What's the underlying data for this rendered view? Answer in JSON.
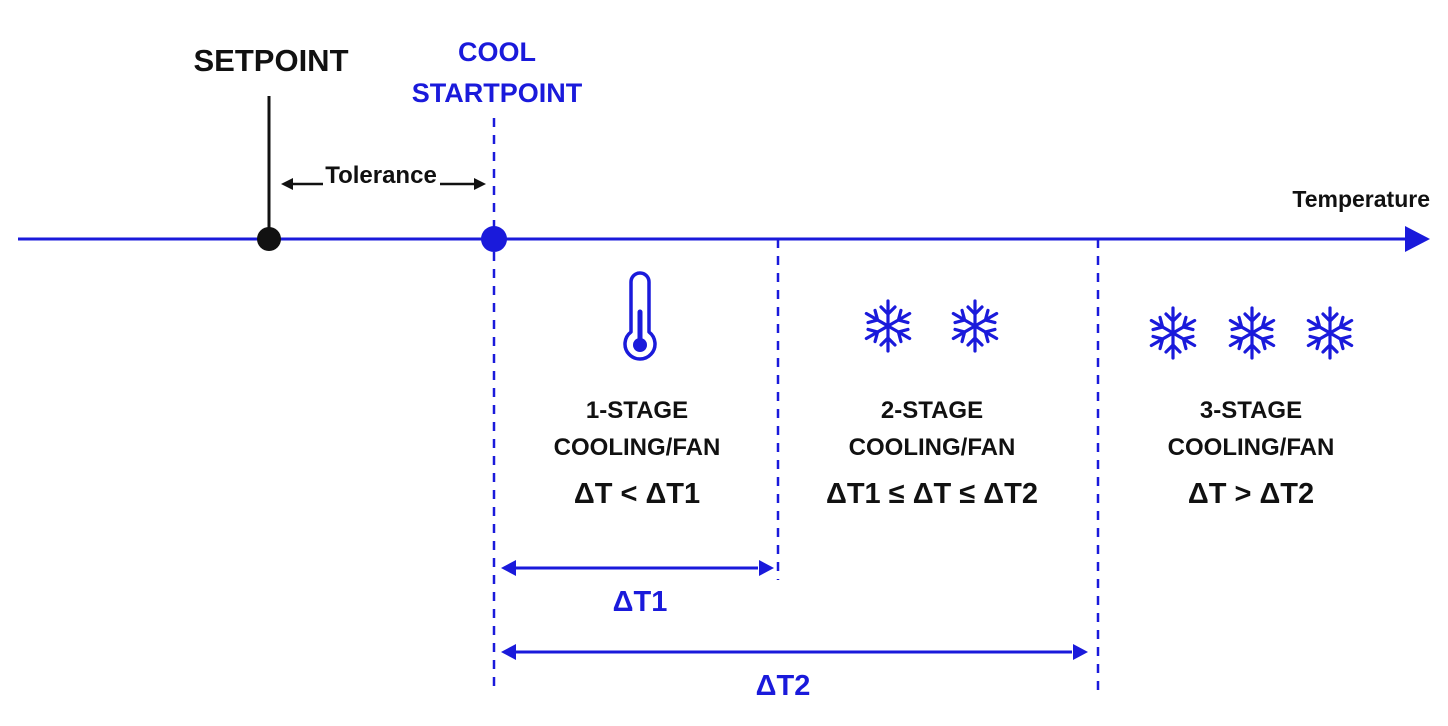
{
  "labels": {
    "setpoint": "SETPOINT",
    "cool_startpoint_line1": "COOL",
    "cool_startpoint_line2": "STARTPOINT",
    "tolerance": "Tolerance",
    "axis": "Temperature",
    "delta_t1": "ΔT1",
    "delta_t2": "ΔT2"
  },
  "stages": [
    {
      "line1": "1-STAGE",
      "line2": "COOLING/FAN",
      "condition": "ΔT < ΔT1",
      "icon": "thermometer-icon",
      "icon_count": 1
    },
    {
      "line1": "2-STAGE",
      "line2": "COOLING/FAN",
      "condition": "ΔT1 ≤ ΔT ≤ ΔT2",
      "icon": "snowflake-icon",
      "icon_count": 2
    },
    {
      "line1": "3-STAGE",
      "line2": "COOLING/FAN",
      "condition": "ΔT > ΔT2",
      "icon": "snowflake-icon",
      "icon_count": 3
    }
  ],
  "colors": {
    "accent": "#1a1adb",
    "text": "#111111",
    "background": "#ffffff"
  }
}
